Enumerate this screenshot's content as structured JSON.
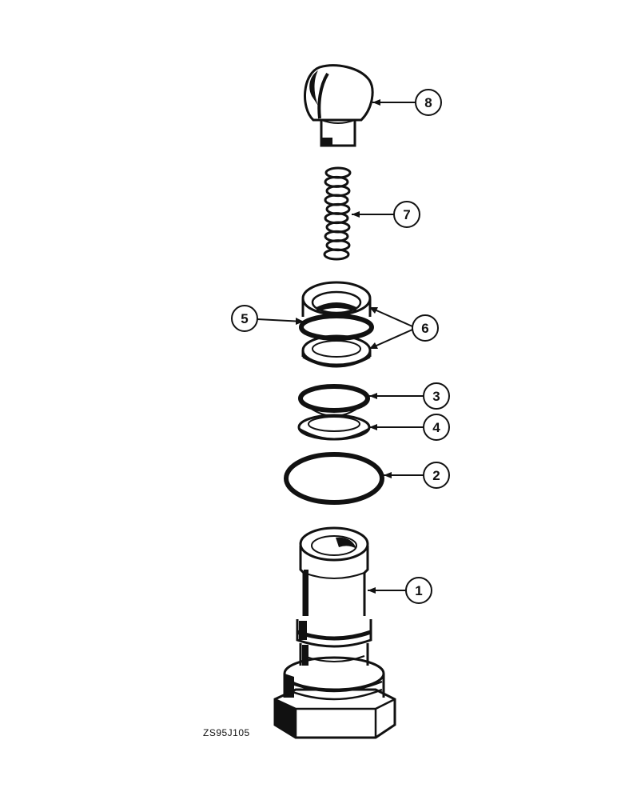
{
  "figure_code": "ZS95J105",
  "callouts": [
    {
      "id": "8",
      "label": "8"
    },
    {
      "id": "7",
      "label": "7"
    },
    {
      "id": "6",
      "label": "6"
    },
    {
      "id": "5",
      "label": "5"
    },
    {
      "id": "3",
      "label": "3"
    },
    {
      "id": "4",
      "label": "4"
    },
    {
      "id": "2",
      "label": "2"
    },
    {
      "id": "1",
      "label": "1"
    }
  ],
  "colors": {
    "ink": "#111111",
    "paper": "#ffffff"
  }
}
